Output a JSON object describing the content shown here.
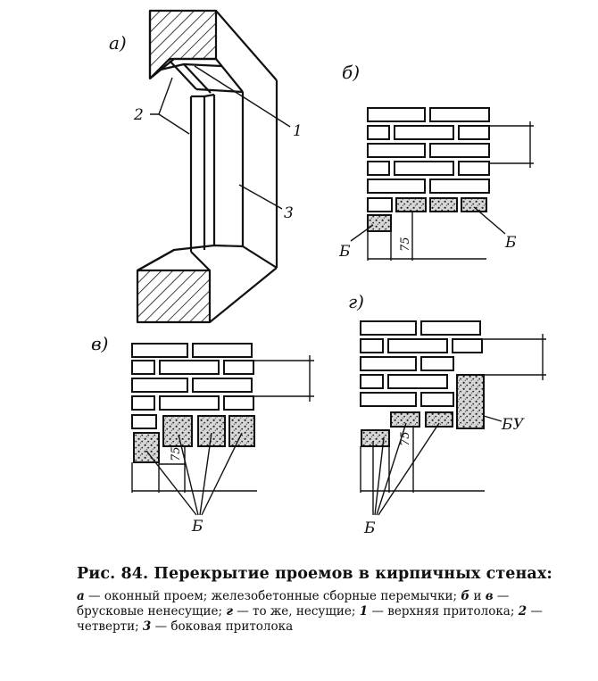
{
  "figure": {
    "panel_labels": {
      "a": "а)",
      "b": "б)",
      "v": "в)",
      "g": "г)"
    },
    "callouts": {
      "n1": "1",
      "n2": "2",
      "n3": "3"
    },
    "dimension": "75",
    "lintel_mark": "Б",
    "bearing_lintel_mark": "БУ"
  },
  "caption": {
    "title": "Рис. 84. Перекрытие проемов в кирпичных стенах:",
    "legend": {
      "a_key": "а",
      "a_text": " — оконный проем; железобетонные сборные перемычки; ",
      "b_key": "б",
      "and_word": " и ",
      "v_key": "в",
      "bv_text": " — брусковые ненесущие; ",
      "g_key": "г",
      "g_text": " — то же, несущие; ",
      "k1": "1",
      "t1": " — верхняя притолока; ",
      "k2": "2",
      "t2": " — четверти; ",
      "k3": "3",
      "t3": " — боковая притолока"
    }
  }
}
